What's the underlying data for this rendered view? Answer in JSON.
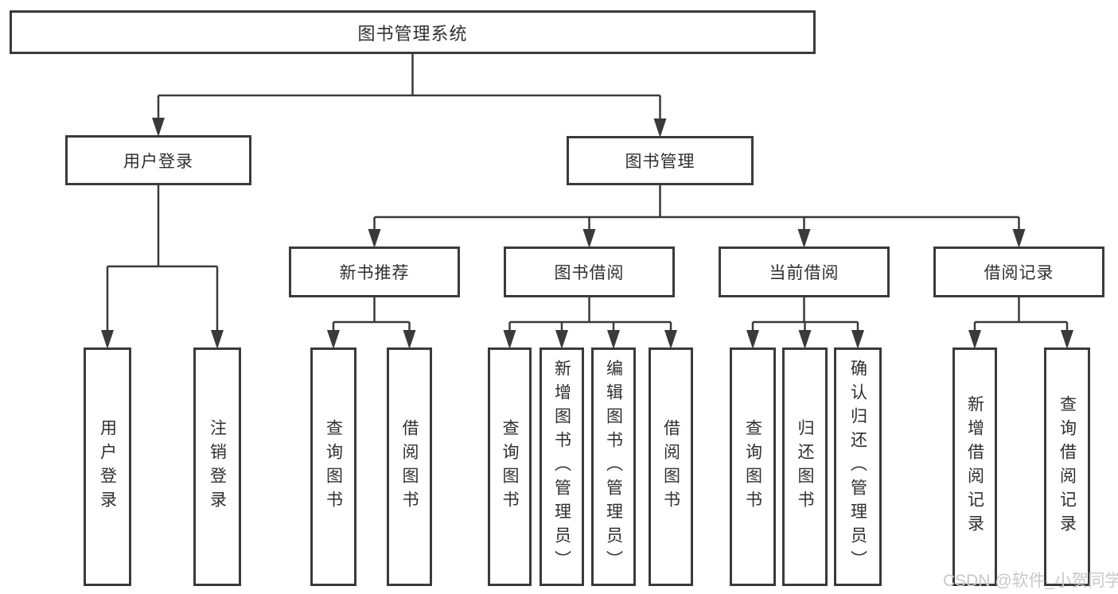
{
  "colors": {
    "background": "#ffffff",
    "line": "#3a3a3a",
    "box_border": "#3a3a3a",
    "text": "#2f2f2f",
    "watermark": "#c8c8c8"
  },
  "watermark": {
    "text": "CSDN @软件_小贺同学"
  },
  "diagram": {
    "type": "hierarchy-tree",
    "title": "图书管理系统",
    "tree": {
      "id": "root",
      "label": "图书管理系统",
      "text_direction": "horizontal",
      "children": [
        {
          "id": "user-login",
          "label": "用户登录",
          "text_direction": "horizontal",
          "children": [
            {
              "id": "leaf-user-login",
              "label": "用户登录",
              "text_direction": "vertical"
            },
            {
              "id": "leaf-logout",
              "label": "注销登录",
              "text_direction": "vertical"
            }
          ]
        },
        {
          "id": "book-mgmt",
          "label": "图书管理",
          "text_direction": "horizontal",
          "children": [
            {
              "id": "new-book-rec",
              "label": "新书推荐",
              "text_direction": "horizontal",
              "children": [
                {
                  "id": "leaf-query-books-rec",
                  "label": "查询图书",
                  "text_direction": "vertical"
                },
                {
                  "id": "leaf-borrow-books-rec",
                  "label": "借阅图书",
                  "text_direction": "vertical"
                }
              ]
            },
            {
              "id": "book-borrow",
              "label": "图书借阅",
              "text_direction": "horizontal",
              "children": [
                {
                  "id": "leaf-query-books-borrow",
                  "label": "查询图书",
                  "text_direction": "vertical"
                },
                {
                  "id": "leaf-add-book-admin",
                  "label": "新增图书（管理员）",
                  "text_direction": "vertical"
                },
                {
                  "id": "leaf-edit-book-admin",
                  "label": "编辑图书（管理员）",
                  "text_direction": "vertical"
                },
                {
                  "id": "leaf-borrow-books-borrow",
                  "label": "借阅图书",
                  "text_direction": "vertical"
                }
              ]
            },
            {
              "id": "current-borrow",
              "label": "当前借阅",
              "text_direction": "horizontal",
              "children": [
                {
                  "id": "leaf-query-books-current",
                  "label": "查询图书",
                  "text_direction": "vertical"
                },
                {
                  "id": "leaf-return-books",
                  "label": "归还图书",
                  "text_direction": "vertical"
                },
                {
                  "id": "leaf-confirm-return-admin",
                  "label": "确认归还（管理员）",
                  "text_direction": "vertical"
                }
              ]
            },
            {
              "id": "borrow-records",
              "label": "借阅记录",
              "text_direction": "horizontal",
              "children": [
                {
                  "id": "leaf-add-borrow-record",
                  "label": "新增借阅记录",
                  "text_direction": "vertical"
                },
                {
                  "id": "leaf-query-borrow-record",
                  "label": "查询借阅记录",
                  "text_direction": "vertical"
                }
              ]
            }
          ]
        }
      ]
    }
  }
}
